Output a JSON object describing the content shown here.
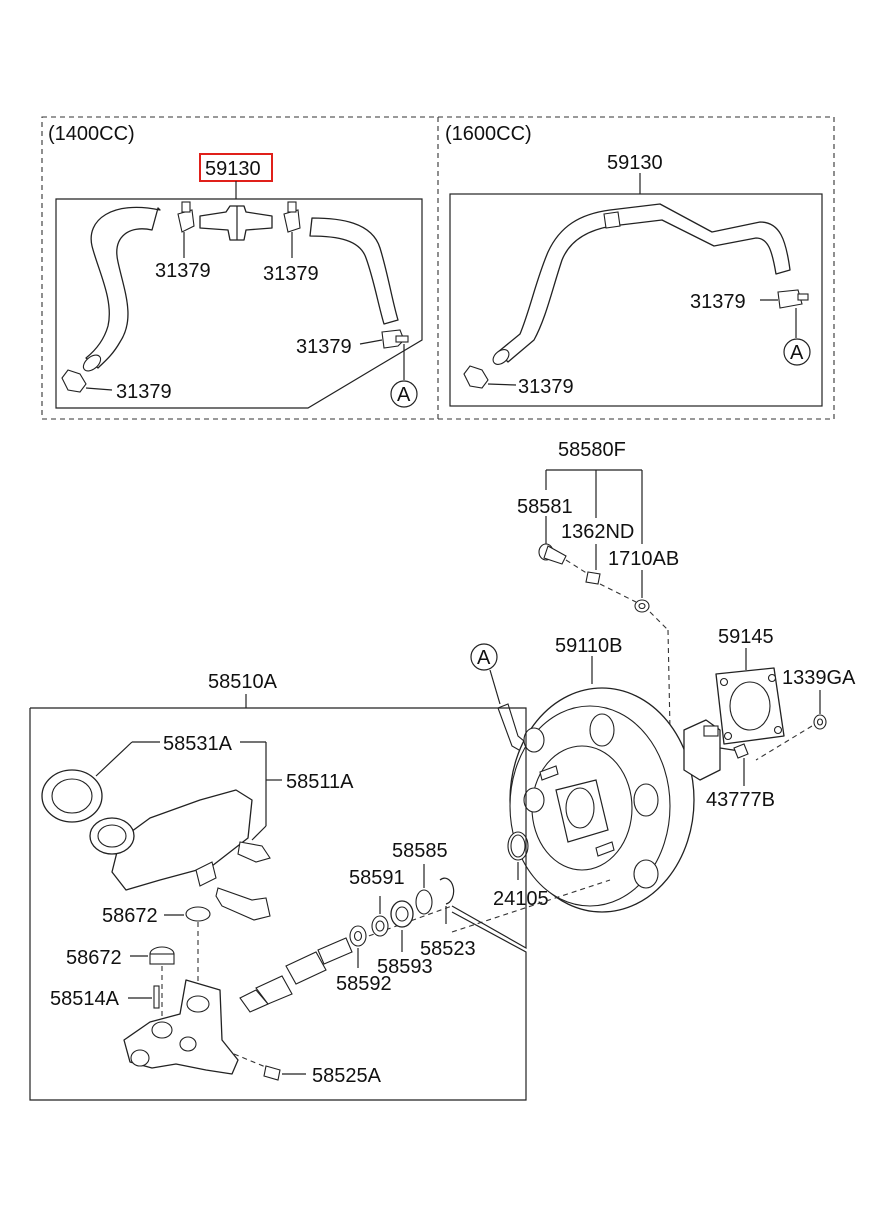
{
  "sections": {
    "left_title": "(1400CC)",
    "right_title": "(1600CC)"
  },
  "labels": {
    "l1400_hose": "59130",
    "l1400_clamp_a": "31379",
    "l1400_clamp_b": "31379",
    "l1400_clamp_c": "31379",
    "l1400_clamp_d": "31379",
    "l1400_ref": "A",
    "l1600_hose": "59130",
    "l1600_clamp_a": "31379",
    "l1600_clamp_b": "31379",
    "l1600_ref": "A",
    "pin_kit": "58580F",
    "pin": "58581",
    "clip": "1362ND",
    "washer": "1710AB",
    "booster": "59110B",
    "booster_ref": "A",
    "gasket": "59145",
    "nut": "1339GA",
    "fork": "43777B",
    "oring": "24105",
    "master_cyl": "58510A",
    "cap": "58531A",
    "reservoir": "58511A",
    "grommet_a": "58672",
    "grommet_b": "58672",
    "pin_b": "58514A",
    "bolt": "58525A",
    "seal_a": "58585",
    "seal_b": "58591",
    "seal_c": "58593",
    "snap_ring": "58523",
    "washer_b": "58592"
  },
  "colors": {
    "highlight": "#e0201a",
    "line": "#222222"
  }
}
